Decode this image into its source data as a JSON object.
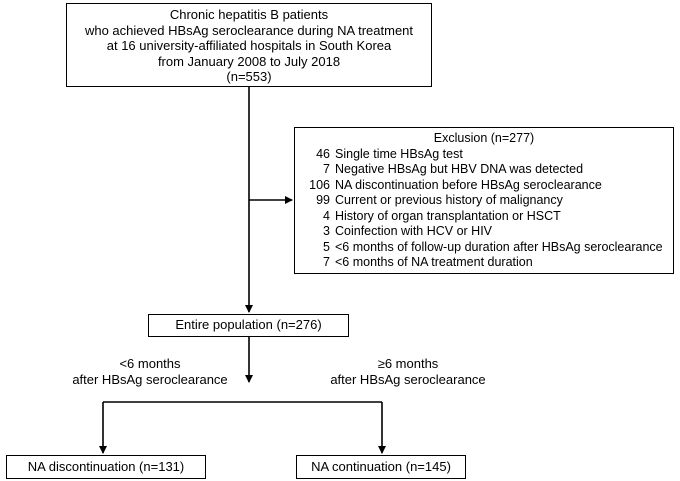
{
  "top_box": {
    "lines": [
      "Chronic hepatitis B patients",
      "who achieved HBsAg seroclearance during NA treatment",
      "at 16 university-affiliated hospitals in South Korea",
      "from January 2008 to July 2018",
      "(n=553)"
    ]
  },
  "exclusion": {
    "title": "Exclusion (n=277)",
    "items": [
      {
        "count": "46",
        "reason": "Single time HBsAg test"
      },
      {
        "count": "7",
        "reason": "Negative HBsAg but HBV DNA was detected"
      },
      {
        "count": "106",
        "reason": "NA discontinuation before HBsAg seroclearance"
      },
      {
        "count": "99",
        "reason": "Current or previous history of malignancy"
      },
      {
        "count": "4",
        "reason": "History of organ transplantation or HSCT"
      },
      {
        "count": "3",
        "reason": "Coinfection with HCV or HIV"
      },
      {
        "count": "5",
        "reason": "<6 months of follow-up duration after HBsAg seroclearance"
      },
      {
        "count": "7",
        "reason": "<6 months of NA treatment duration"
      }
    ]
  },
  "entire_population": "Entire population (n=276)",
  "branch_left": {
    "line1": "<6 months",
    "line2": "after HBsAg seroclearance"
  },
  "branch_right": {
    "line1": "≥6 months",
    "line2": "after HBsAg seroclearance"
  },
  "na_discontinuation": "NA discontinuation (n=131)",
  "na_continuation": "NA continuation (n=145)"
}
